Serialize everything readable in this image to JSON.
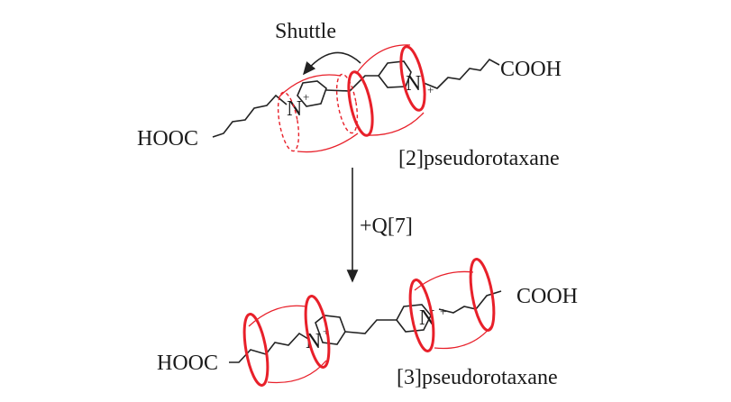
{
  "top": {
    "shuttle_label": "Shuttle",
    "left_group": "HOOC",
    "right_group": "COOH",
    "n_left": "N",
    "n_right": "N",
    "charge": "+",
    "name": "[2]pseudorotaxane"
  },
  "reaction": {
    "reagent": "+Q[7]"
  },
  "bottom": {
    "left_group": "HOOC",
    "right_group": "COOH",
    "n_left": "N",
    "n_right": "N",
    "charge": "+",
    "name": "[3]pseudorotaxane"
  },
  "colors": {
    "ring": "#e8202a",
    "bond": "#222222"
  }
}
